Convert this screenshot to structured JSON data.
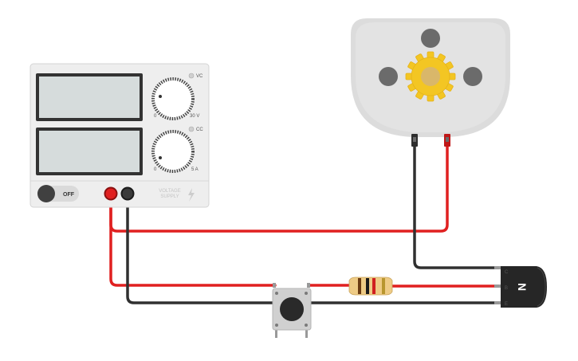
{
  "power_supply": {
    "vc_label": "VC",
    "cc_label": "CC",
    "voltage_min": "0",
    "voltage_max": "30 V",
    "current_min": "0",
    "current_max": "5 A",
    "switch_label": "OFF",
    "brand_line1": "VOLTAGE",
    "brand_line2": "SUPPLY"
  },
  "transistor": {
    "letter": "N",
    "pin_labels": [
      "C",
      "B",
      "E"
    ]
  },
  "wire_colors": {
    "red": "#e02020",
    "black": "#303030"
  }
}
